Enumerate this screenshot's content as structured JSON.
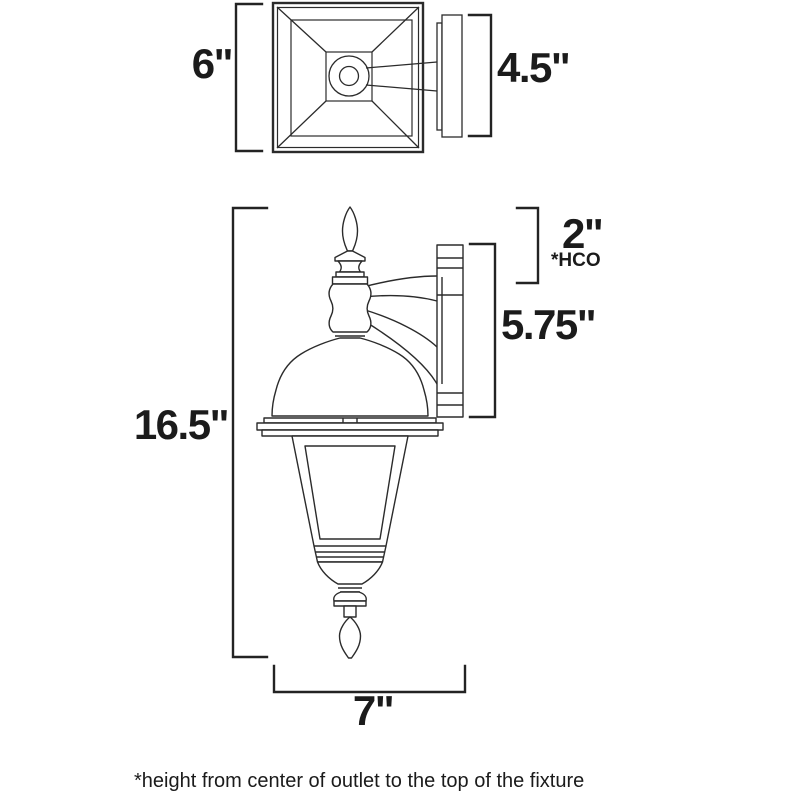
{
  "diagram": {
    "top_view": {
      "height_label": "6\"",
      "depth_label": "4.5\""
    },
    "side_view": {
      "hco_value": "2\"",
      "hco_abbr": "*HCO",
      "backplate_height": "5.75\"",
      "fixture_height": "16.5\"",
      "fixture_width": "7\""
    },
    "footnote": "*height from center of outlet to the top of the fixture"
  },
  "colors": {
    "line": "#2b2b2b",
    "bracket": "#232323",
    "text": "#1b1b1b",
    "background": "#ffffff"
  }
}
